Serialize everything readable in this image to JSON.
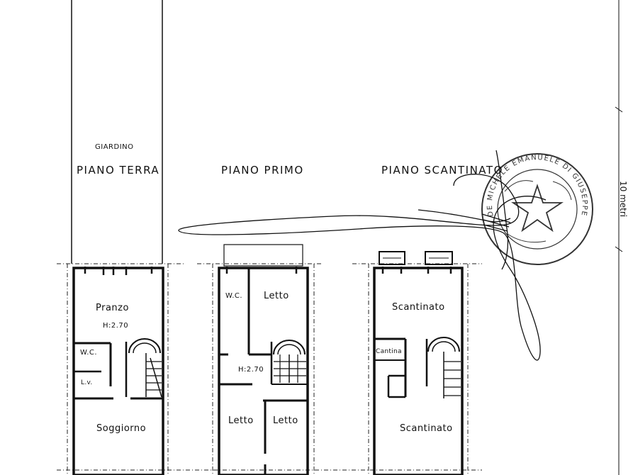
{
  "labels": {
    "giardino": "GIARDINO",
    "piano_terra": "PIANO TERRA",
    "piano_primo": "PIANO PRIMO",
    "piano_scantinato": "PIANO SCANTINATO",
    "scale": "10 metri"
  },
  "rooms": {
    "terra": {
      "pranzo": "Pranzo",
      "height": "H:2.70",
      "wc": "W.C.",
      "lav": "L.v.",
      "soggiorno": "Soggiorno"
    },
    "primo": {
      "wc": "W.C.",
      "letto_top": "Letto",
      "height": "H:2.70",
      "letto_bl": "Letto",
      "letto_br": "Letto"
    },
    "scantinato": {
      "scantinato_top": "Scantinato",
      "cantina": "Cantina",
      "scantinato_bottom": "Scantinato"
    }
  },
  "stamp": {
    "text": "DE MICHELE EMANUELE DI GIUSEPPE"
  },
  "colors": {
    "ink": "#111111",
    "stamp": "#333333"
  }
}
